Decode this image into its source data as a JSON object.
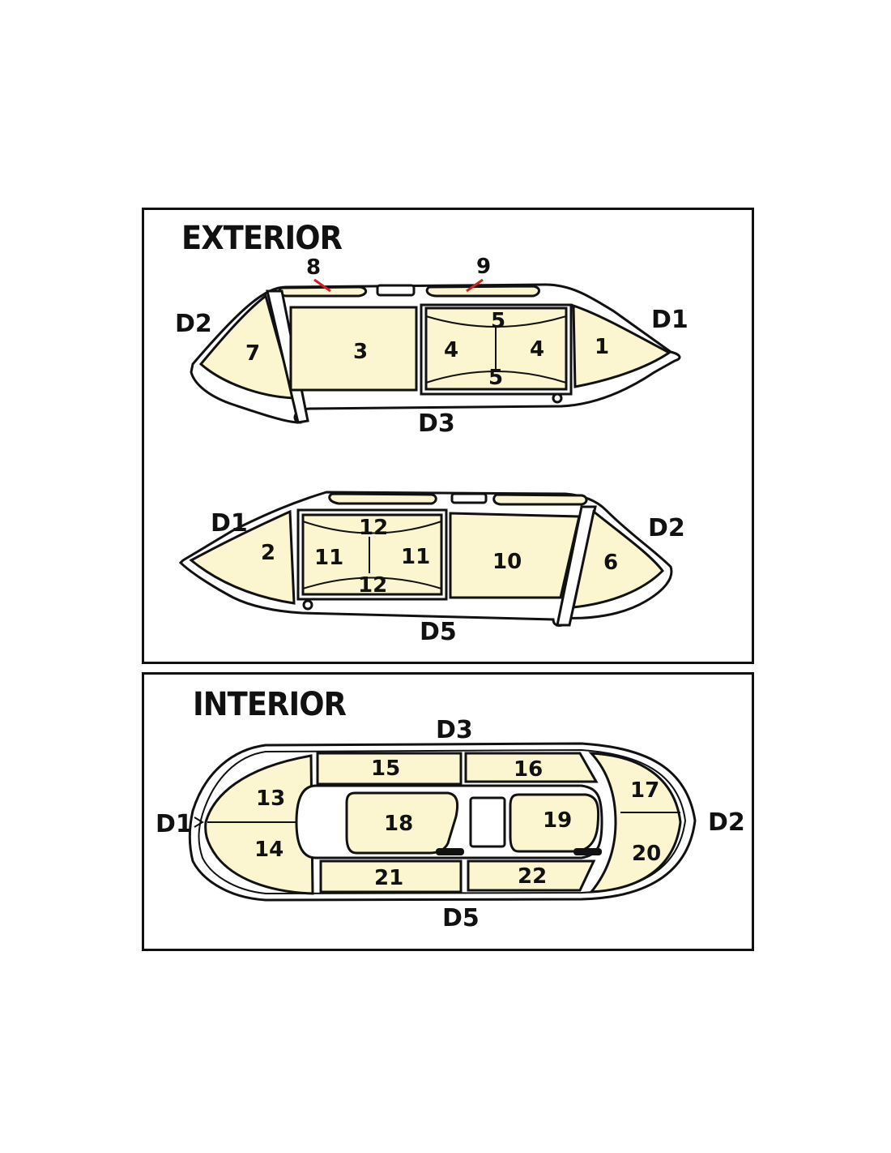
{
  "colors": {
    "panel_fill": "#fbf6cf",
    "outline": "#111111",
    "leader_line": "#d42020",
    "background": "#ffffff"
  },
  "exterior": {
    "title": "EXTERIOR",
    "top_view": {
      "labels": {
        "left_door": "D2",
        "right_door": "D1",
        "bottom_door": "D3"
      },
      "panels": {
        "p7": "7",
        "p3": "3",
        "p4a": "4",
        "p4b": "4",
        "p5a": "5",
        "p5b": "5",
        "p1": "1",
        "p8": "8",
        "p9": "9"
      }
    },
    "bottom_view": {
      "labels": {
        "left_door": "D1",
        "right_door": "D2",
        "bottom_door": "D5"
      },
      "panels": {
        "p2": "2",
        "p11a": "11",
        "p11b": "11",
        "p12a": "12",
        "p12b": "12",
        "p10": "10",
        "p6": "6"
      }
    }
  },
  "interior": {
    "title": "INTERIOR",
    "labels": {
      "top_door": "D3",
      "left_door": "D1",
      "right_door": "D2",
      "bottom_door": "D5"
    },
    "panels": {
      "p13": "13",
      "p14": "14",
      "p15": "15",
      "p16": "16",
      "p17": "17",
      "p18": "18",
      "p19": "19",
      "p20": "20",
      "p21": "21",
      "p22": "22"
    }
  }
}
